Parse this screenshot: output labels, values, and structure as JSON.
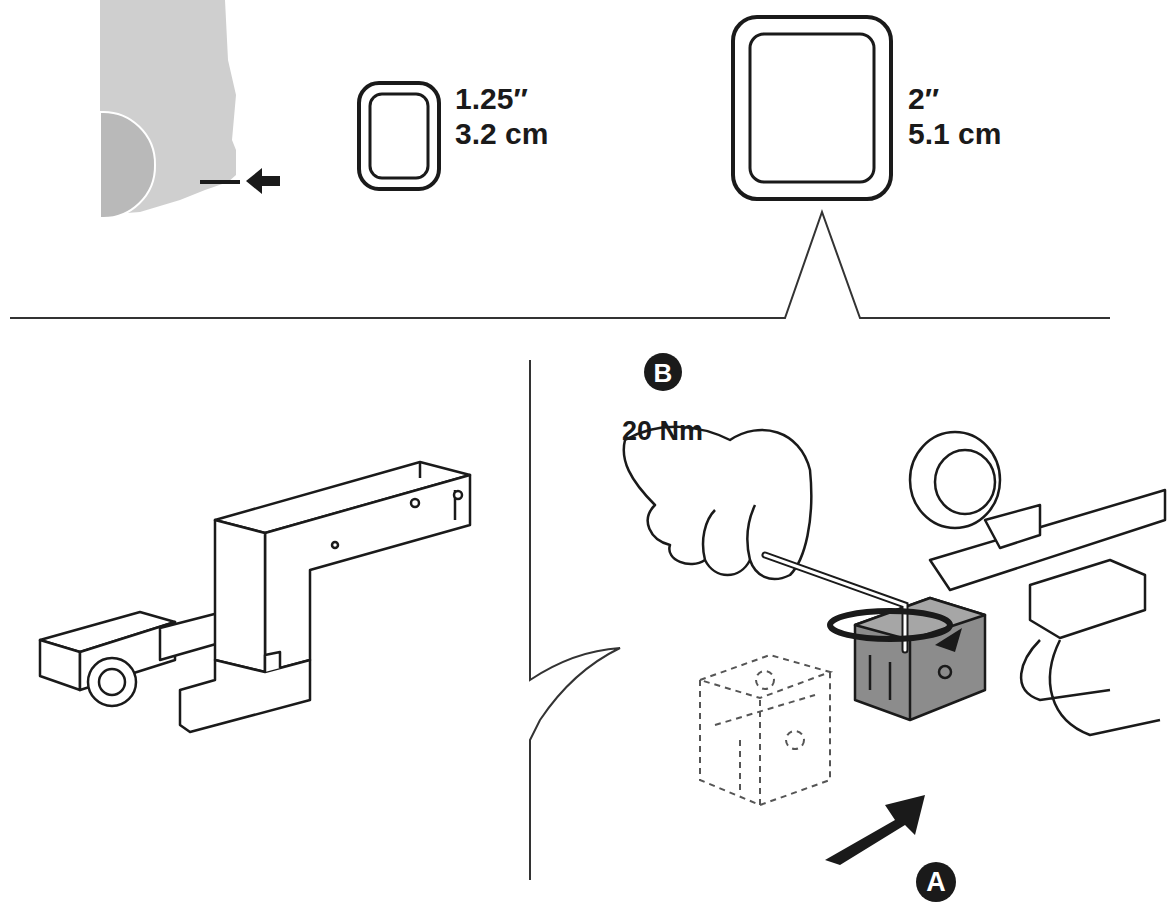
{
  "diagram": {
    "labels": [
      "1.25″",
      "3.2 cm",
      "2″",
      "5.1 cm",
      "B",
      "20 Nm",
      "A"
    ]
  }
}
